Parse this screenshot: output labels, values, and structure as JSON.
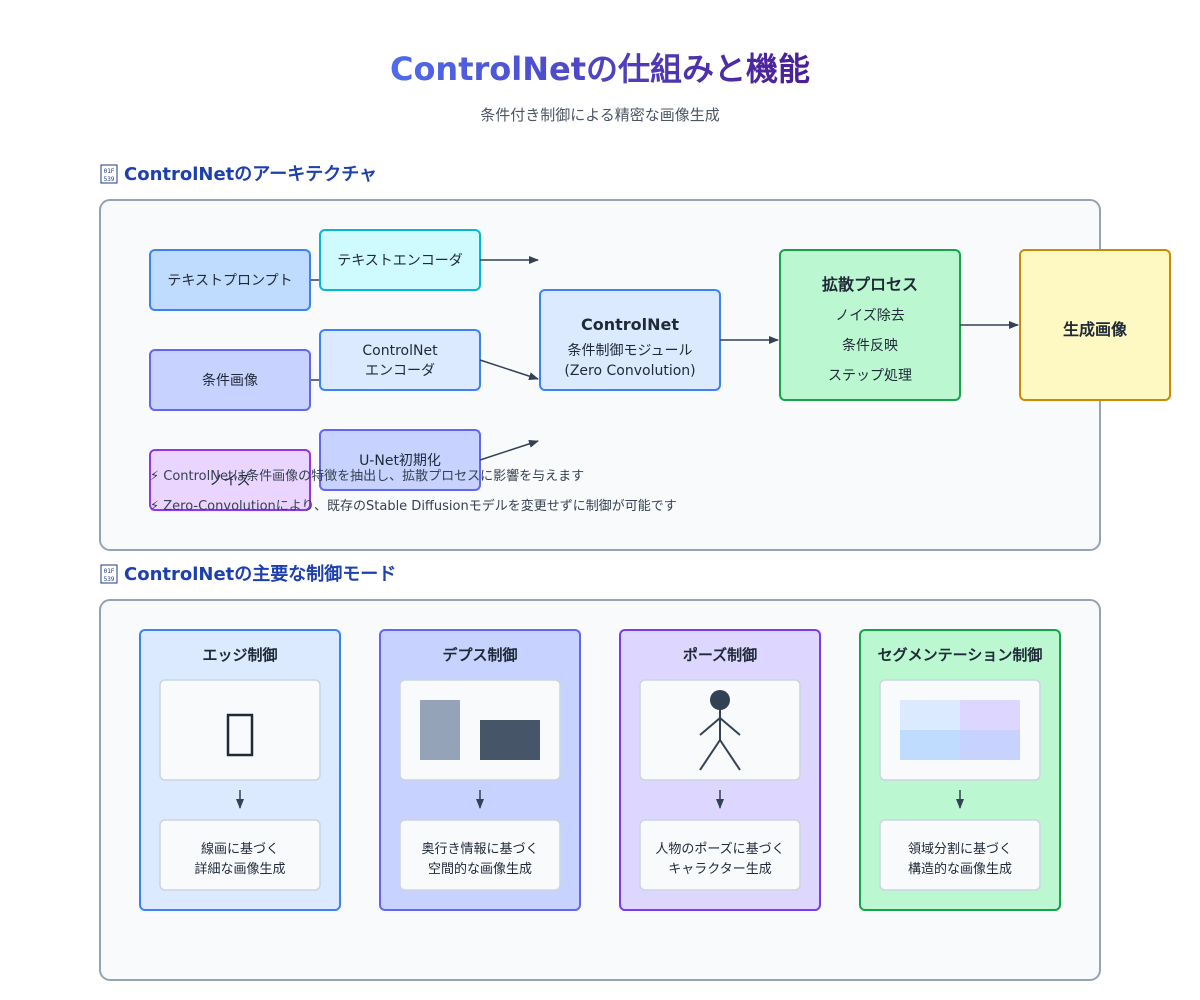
{
  "title": "ControlNetの仕組みと機能",
  "subtitle": "条件付き制御による精密な画像生成",
  "colors": {
    "title_start": "#4f6bed",
    "title_end": "#4c1d95",
    "section": "#1e40af",
    "panel_bg": "#f8fafc",
    "panel_border": "#94a3b8",
    "arrow": "#334155"
  },
  "architecture": {
    "heading_icon": "architecture-emoji-icon",
    "heading": "ControlNetのアーキテクチャ",
    "inputs": {
      "text_prompt": "テキストプロンプト",
      "condition_image": "条件画像",
      "noise": "ノイズ"
    },
    "encoders": {
      "text_encoder": "テキストエンコーダ",
      "controlnet_encoder_line1": "ControlNet",
      "controlnet_encoder_line2": "エンコーダ",
      "unet_init": "U-Net初期化"
    },
    "controlnet": {
      "title": "ControlNet",
      "line1": "条件制御モジュール",
      "line2": "(Zero Convolution)"
    },
    "diffusion": {
      "title": "拡散プロセス",
      "steps": [
        "ノイズ除去",
        "条件反映",
        "ステップ処理"
      ]
    },
    "output": "生成画像",
    "notes": [
      "⚡ ControlNetは条件画像の特徴を抽出し、拡散プロセスに影響を与えます",
      "⚡ Zero-Convolutionにより、既存のStable Diffusionモデルを変更せずに制御が可能です"
    ]
  },
  "modes": {
    "heading_icon": "modes-emoji-icon",
    "heading": "ControlNetの主要な制御モード",
    "cards": [
      {
        "title": "エッジ制御",
        "desc1": "線画に基づく",
        "desc2": "詳細な画像生成",
        "icon": "edge-glyph-icon"
      },
      {
        "title": "デプス制御",
        "desc1": "奥行き情報に基づく",
        "desc2": "空間的な画像生成",
        "icon": "depth-blocks-icon"
      },
      {
        "title": "ポーズ制御",
        "desc1": "人物のポーズに基づく",
        "desc2": "キャラクター生成",
        "icon": "stick-figure-icon"
      },
      {
        "title": "セグメンテーション制御",
        "desc1": "領域分割に基づく",
        "desc2": "構造的な画像生成",
        "icon": "segmentation-grid-icon"
      }
    ]
  }
}
